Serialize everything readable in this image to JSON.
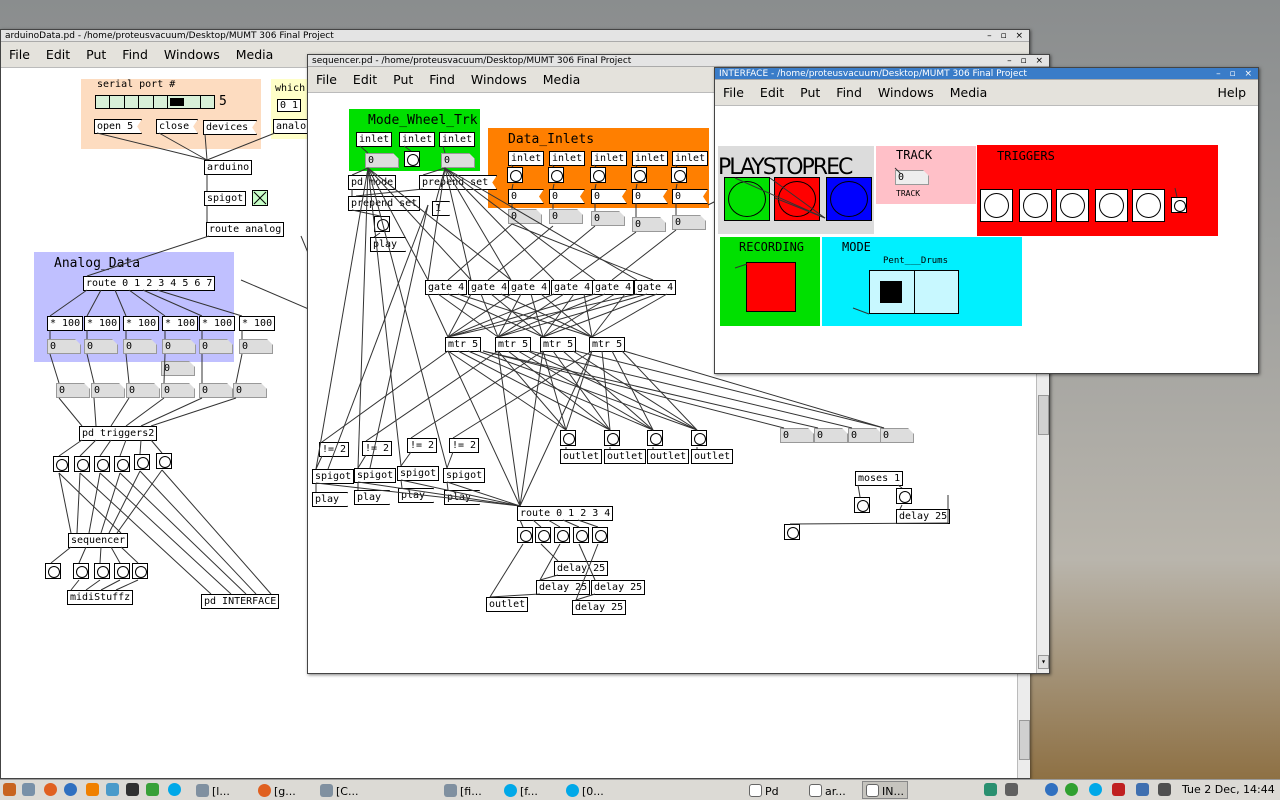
{
  "windows": {
    "arduino": {
      "title": "arduinoData.pd  - /home/proteusvacuum/Desktop/MUMT 306 Final Project",
      "menu": [
        "File",
        "Edit",
        "Put",
        "Find",
        "Windows",
        "Media"
      ],
      "serial_label": "serial port #",
      "hradio_value": "5",
      "which_label": "which",
      "which_digits": "0 1",
      "open_msg": "open 5",
      "close_msg": "close",
      "devices_msg": "devices",
      "analog_msg": "analo",
      "arduino_obj": "arduino",
      "spigot_obj": "spigot",
      "route_analog": "route analog",
      "analog_label": "Analog_Data",
      "route_obj": "route 0 1 2 3 4 5 6 7",
      "mult": "* 100",
      "zero": "0",
      "pd_triggers": "pd triggers2",
      "sequencer": "sequencer",
      "midistuffz": "midiStuffz",
      "pd_interface": "pd INTERFACE"
    },
    "sequencer": {
      "title": "sequencer.pd  - /home/proteusvacuum/Desktop/MUMT 306 Final Project",
      "menu": [
        "File",
        "Edit",
        "Put",
        "Find",
        "Windows",
        "Media"
      ],
      "mode_label": "Mode_Wheel_Trk",
      "data_label": "Data_Inlets",
      "inlet": "inlet",
      "outlet": "outlet",
      "zero": "0",
      "pd_mode": "pd mode",
      "prepend_set": "prepend set",
      "one": "1",
      "play": "play",
      "gate": "gate 4",
      "mtr": "mtr 5",
      "neq": "!= 2",
      "spigot": "spigot",
      "route": "route 0 1 2 3 4",
      "delay": "delay 25",
      "moses": "moses 1"
    },
    "interface": {
      "title": "INTERFACE  - /home/proteusvacuum/Desktop/MUMT 306 Final Project",
      "menu": [
        "File",
        "Edit",
        "Put",
        "Find",
        "Windows",
        "Media"
      ],
      "help": "Help",
      "playstoprec": "PLAYSTOPREC",
      "track_label": "TRACK",
      "track_num": "0",
      "track_sub": "TRACK",
      "triggers_label": "TRIGGERS",
      "recording_label": "RECORDING",
      "mode_label": "MODE",
      "mode_sub": "Pent___Drums"
    }
  },
  "taskbar": {
    "items": [
      "[l...",
      "[g...",
      "[C...",
      "[fi...",
      "[f...",
      "[0...",
      "Pd",
      "ar...",
      "IN..."
    ],
    "clock": "Tue  2 Dec, 14:44"
  },
  "colors": {
    "green": "#00e000",
    "orange": "#ff7f00",
    "red": "#ff0000",
    "blue": "#0000ff",
    "cyan": "#00f0ff",
    "pink": "#ffc0c8",
    "lavender": "#c0c0ff",
    "peach": "#fddcc0",
    "yellow": "#ffffc8"
  }
}
